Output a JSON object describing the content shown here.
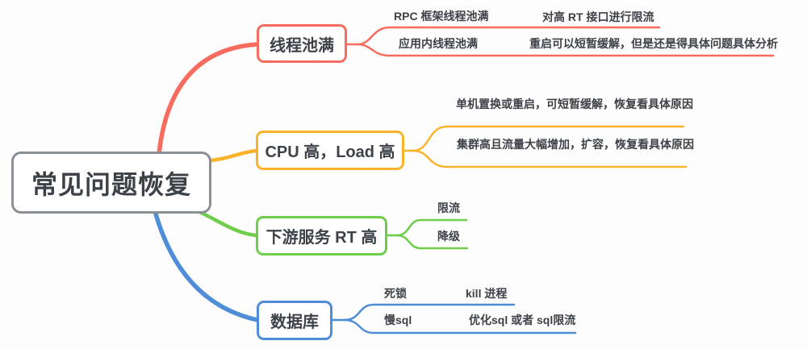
{
  "colors": {
    "root_border": "#8b9097",
    "node_text": "#3d4248",
    "red": "#f76c5e",
    "yellow": "#f9b32b",
    "green": "#6ecd49",
    "blue": "#4f8dd8"
  },
  "root": {
    "label": "常见问题恢复"
  },
  "branches": [
    {
      "label": "线程池满",
      "color": "#f76c5e",
      "children": [
        {
          "label": "RPC 框架线程池满",
          "note": "对高 RT 接口进行限流"
        },
        {
          "label": "应用内线程池满",
          "note": "重启可以短暂缓解，但是还是得具体问题具体分析"
        }
      ]
    },
    {
      "label": "CPU 高，Load 高",
      "color": "#f9b32b",
      "children": [
        {
          "label": "单机置换或重启，可短暂缓解，恢复看具体原因"
        },
        {
          "label": "集群高且流量大幅增加，扩容，恢复看具体原因"
        }
      ]
    },
    {
      "label": "下游服务 RT 高",
      "color": "#6ecd49",
      "children": [
        {
          "label": "限流"
        },
        {
          "label": "降级"
        }
      ]
    },
    {
      "label": "数据库",
      "color": "#4f8dd8",
      "children": [
        {
          "label": "死锁",
          "note": "kill 进程"
        },
        {
          "label": "慢sql",
          "note": "优化sql 或者 sql限流"
        }
      ]
    }
  ]
}
